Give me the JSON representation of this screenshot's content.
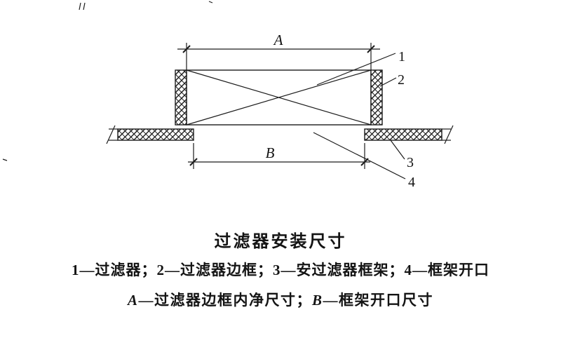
{
  "drawing": {
    "dim_a_label": "A",
    "dim_b_label": "B",
    "part_labels": {
      "p1": "1",
      "p2": "2",
      "p3": "3",
      "p4": "4"
    }
  },
  "caption": {
    "title": "过滤器安装尺寸",
    "legend_parts": "1—过滤器；2—过滤器边框；3—安过滤器框架；4—框架开口",
    "legend_dims": {
      "a": "A",
      "a_desc": "—过滤器边框内净尺寸；",
      "b": "B",
      "b_desc": "—框架开口尺寸"
    }
  }
}
